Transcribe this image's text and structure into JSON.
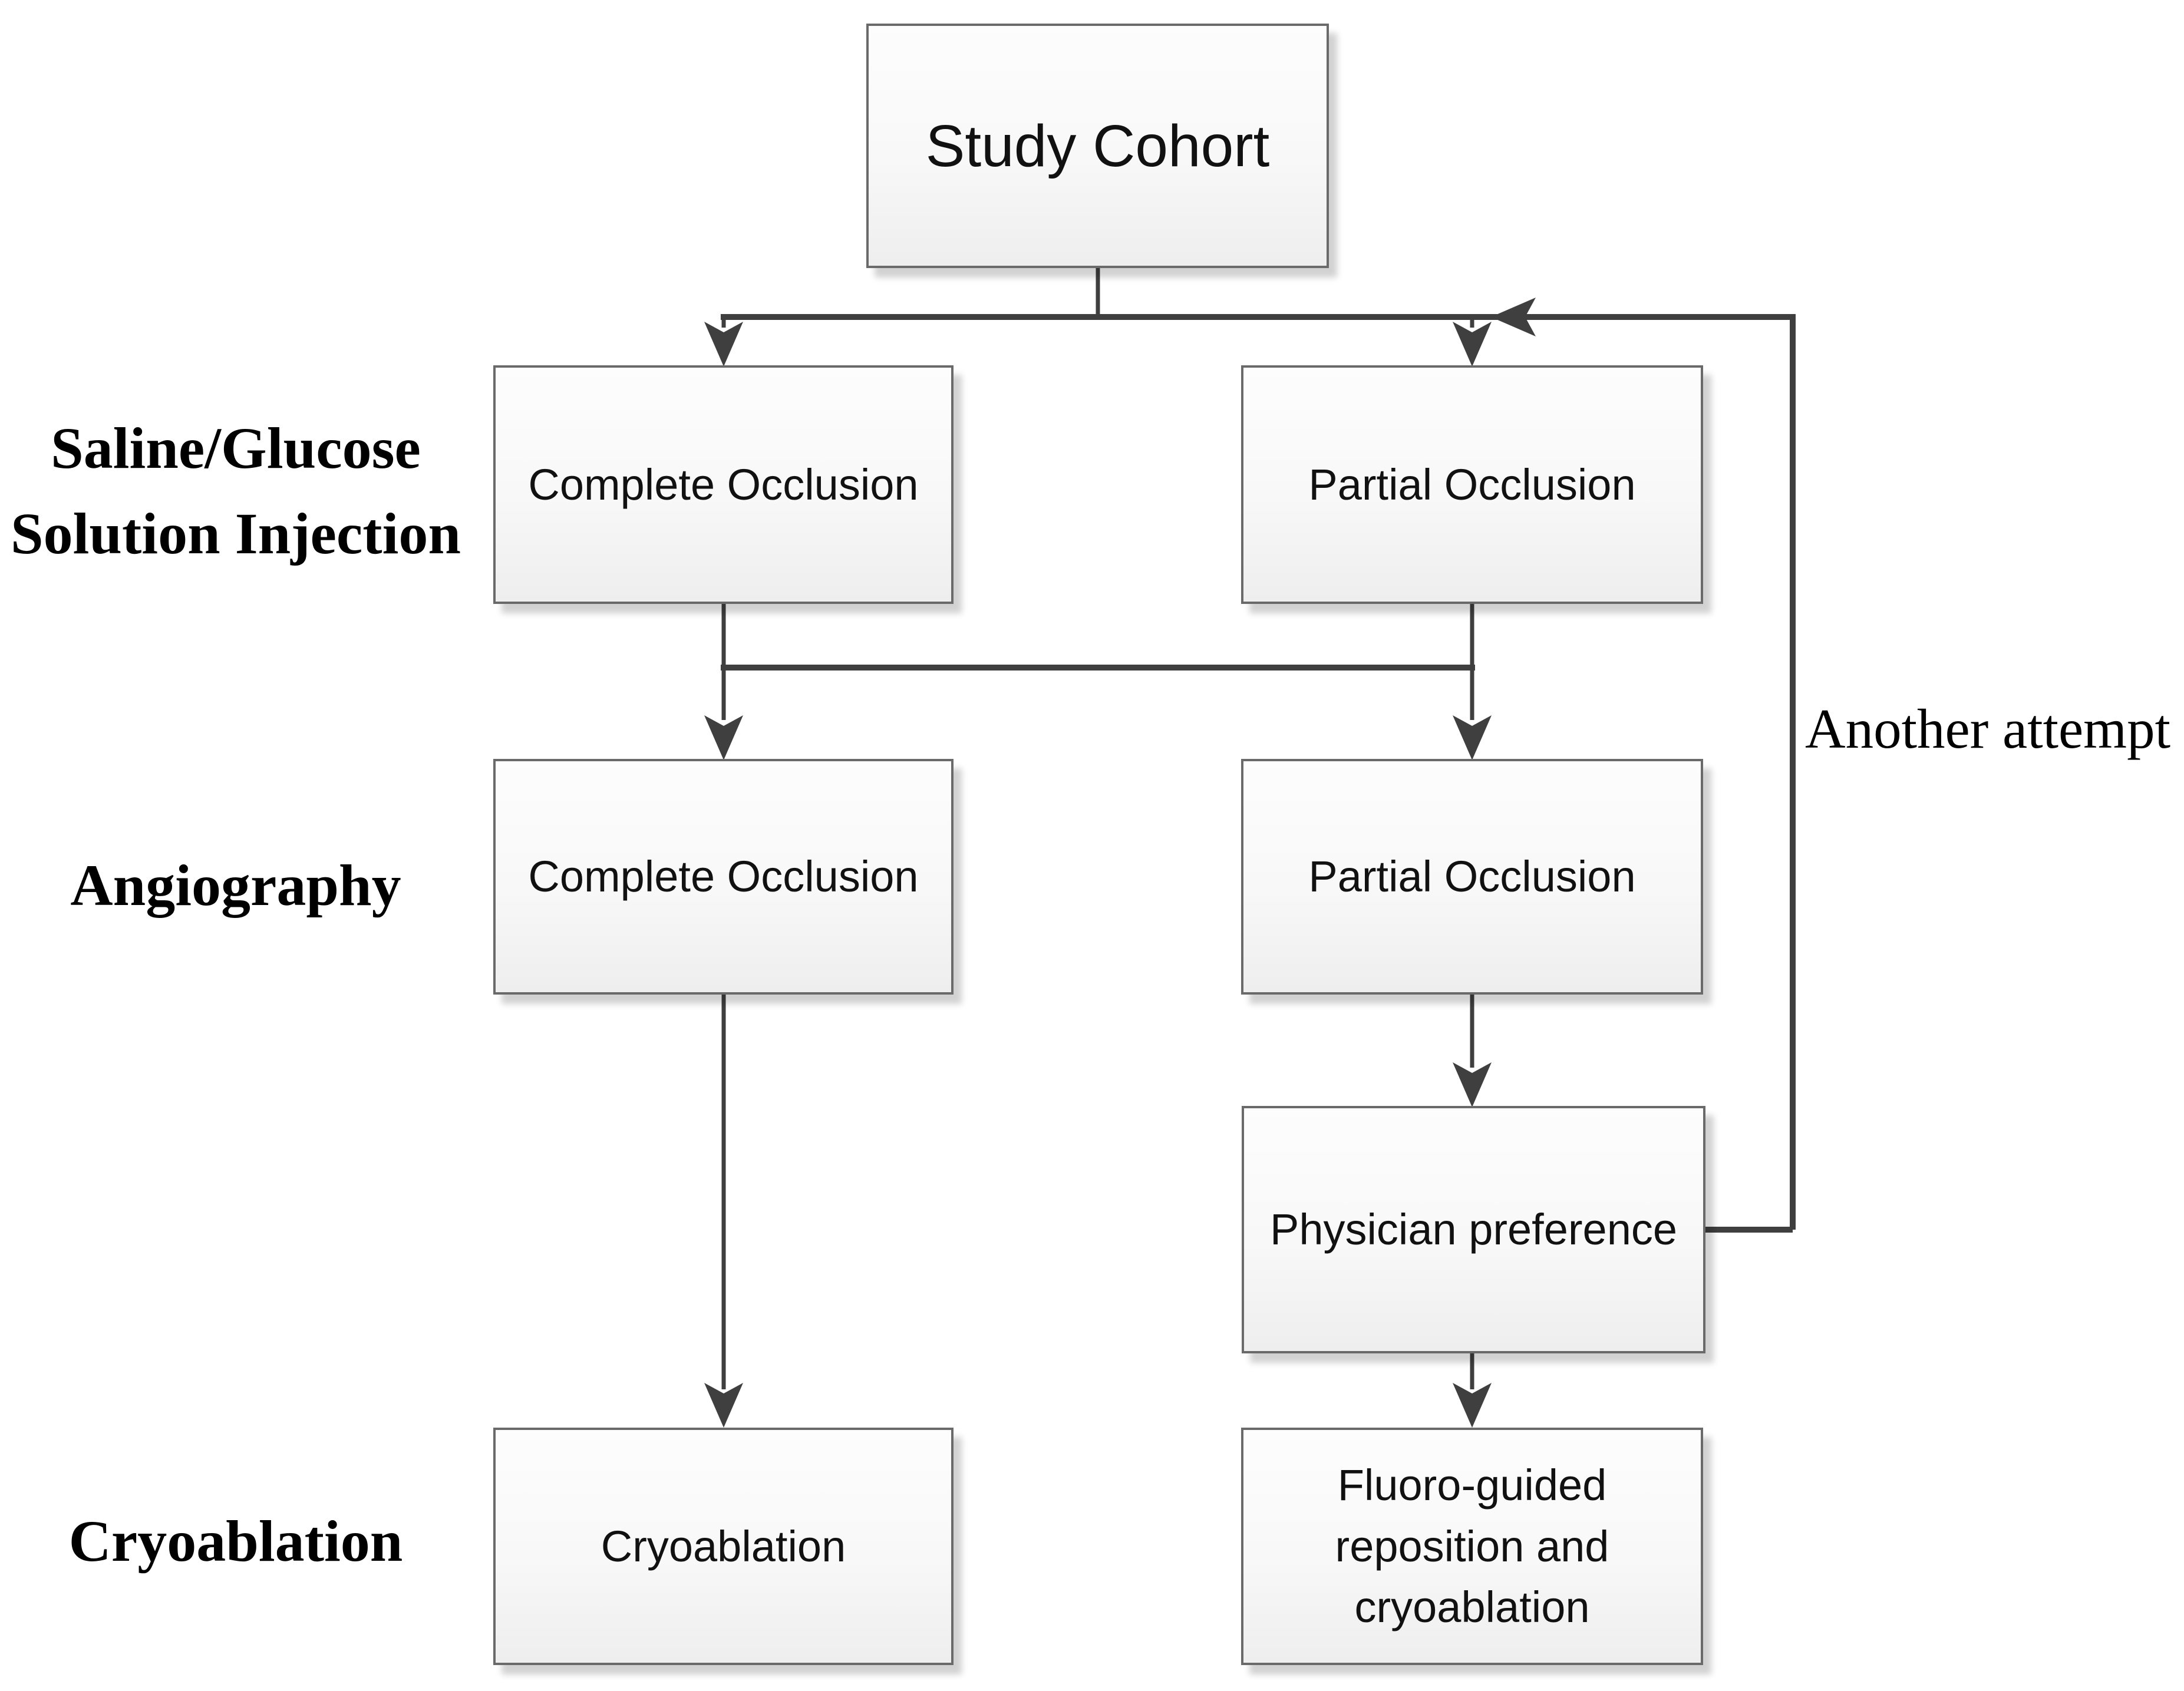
{
  "diagram": {
    "nodes": {
      "study_cohort": {
        "label": "Study Cohort"
      },
      "saline_complete": {
        "label": "Complete Occlusion"
      },
      "saline_partial": {
        "label": "Partial Occlusion"
      },
      "angio_complete": {
        "label": "Complete Occlusion"
      },
      "angio_partial": {
        "label": "Partial Occlusion"
      },
      "physician_preference": {
        "label": "Physician preference"
      },
      "cryoablation_final": {
        "label": "Cryoablation"
      },
      "fluoro_reposition": {
        "label": "Fluoro-guided reposition and cryoablation"
      }
    },
    "row_labels": {
      "saline_line1": "Saline/Glucose",
      "saline_line2": "Solution Injection",
      "angiography": "Angiography",
      "cryoablation": "Cryoablation"
    },
    "edge_labels": {
      "another_attempt": "Another attempt"
    },
    "colors": {
      "connector": "#3f3f3f",
      "box_border": "#6a6a6a",
      "box_fill_top": "#fdfdfd",
      "box_fill_bottom": "#eeeeee",
      "text": "#111111",
      "label_text": "#000000"
    }
  }
}
